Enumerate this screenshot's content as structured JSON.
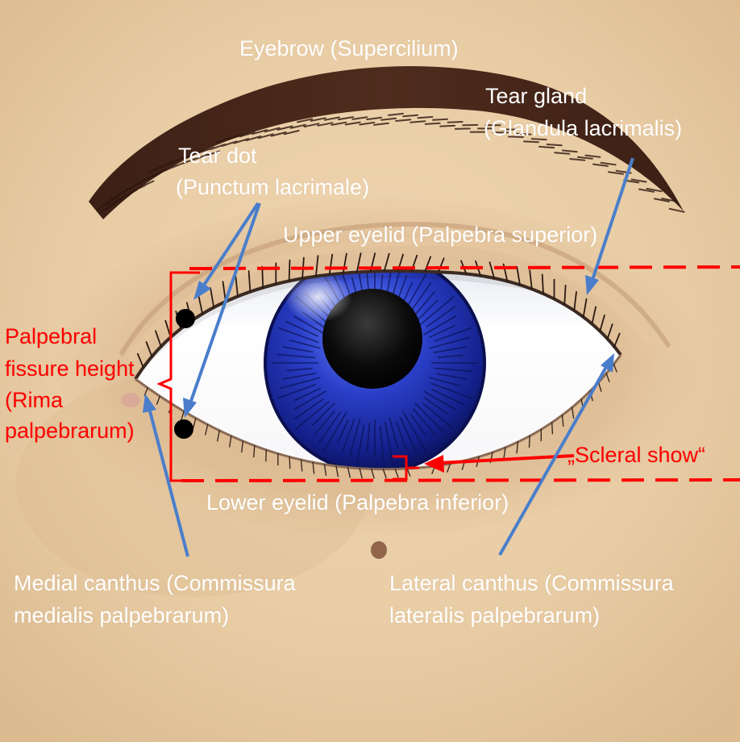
{
  "labels": {
    "eyebrow": "Eyebrow (Supercilium)",
    "tear_gland_1": "Tear gland",
    "tear_gland_2": "(Glandula lacrimalis)",
    "tear_dot_1": "Tear dot",
    "tear_dot_2": "(Punctum lacrimale)",
    "upper_eyelid": "Upper eyelid (Palpebra superior)",
    "fissure_1": "Palpebral",
    "fissure_2": "fissure height",
    "fissure_3": "(Rima",
    "fissure_4": "palpebrarum)",
    "scleral_show": "„Scleral show“",
    "lower_eyelid": "Lower eyelid (Palpebra inferior)",
    "medial_1": "Medial canthus (Commissura",
    "medial_2": "medialis palpebrarum)",
    "lateral_1": "Lateral canthus (Commissura",
    "lateral_2": "lateralis palpebrarum)"
  },
  "colors": {
    "skin": "#e9cfa8",
    "label_text": "#ffffff",
    "measurement": "#ff0000",
    "pointer_arrow": "#4a7ecb",
    "iris": "#1a2a9c",
    "pupil": "#050505",
    "sclera": "#ffffff",
    "eyebrow": "#4a2a1c"
  }
}
